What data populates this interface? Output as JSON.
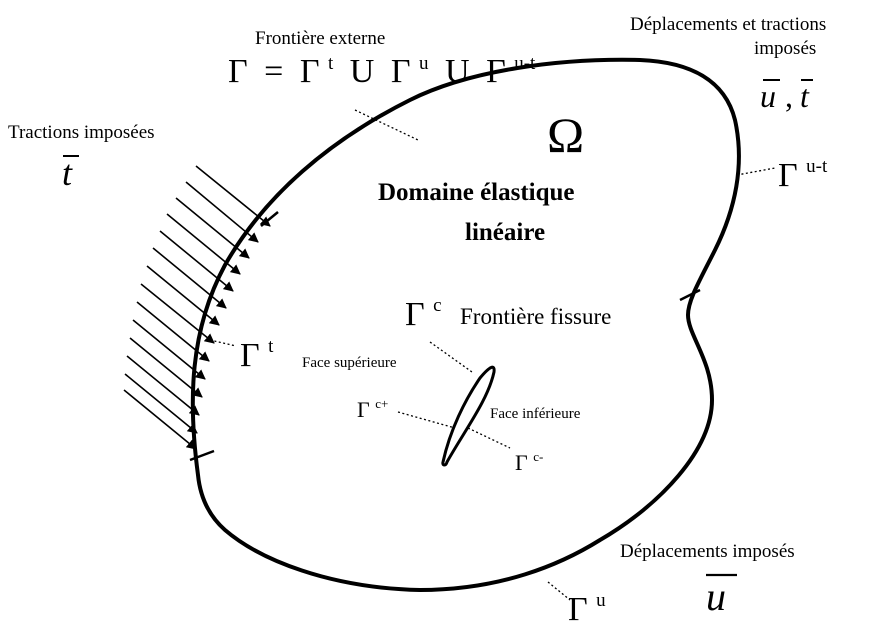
{
  "labels": {
    "frontiere_externe": "Frontière externe",
    "gamma": "Γ",
    "equals": "=",
    "union": "U",
    "sup_t": "t",
    "sup_u": "u",
    "sup_ut": "u-t",
    "sup_c": "c",
    "sup_cplus": "c+",
    "sup_cminus": "c-",
    "deplacements_tractions_line1": "Déplacements et tractions",
    "deplacements_tractions_line2": "imposés",
    "u_var": "u",
    "comma": ",",
    "t_var": "t",
    "tractions_imposees": "Tractions imposées",
    "omega": "Ω",
    "domaine_line1": "Domaine élastique",
    "domaine_line2": "linéaire",
    "frontiere_fissure": "Frontière fissure",
    "face_superieure": "Face supérieure",
    "face_inferieure": "Face inférieure",
    "deplacements_imposes": "Déplacements imposés"
  }
}
